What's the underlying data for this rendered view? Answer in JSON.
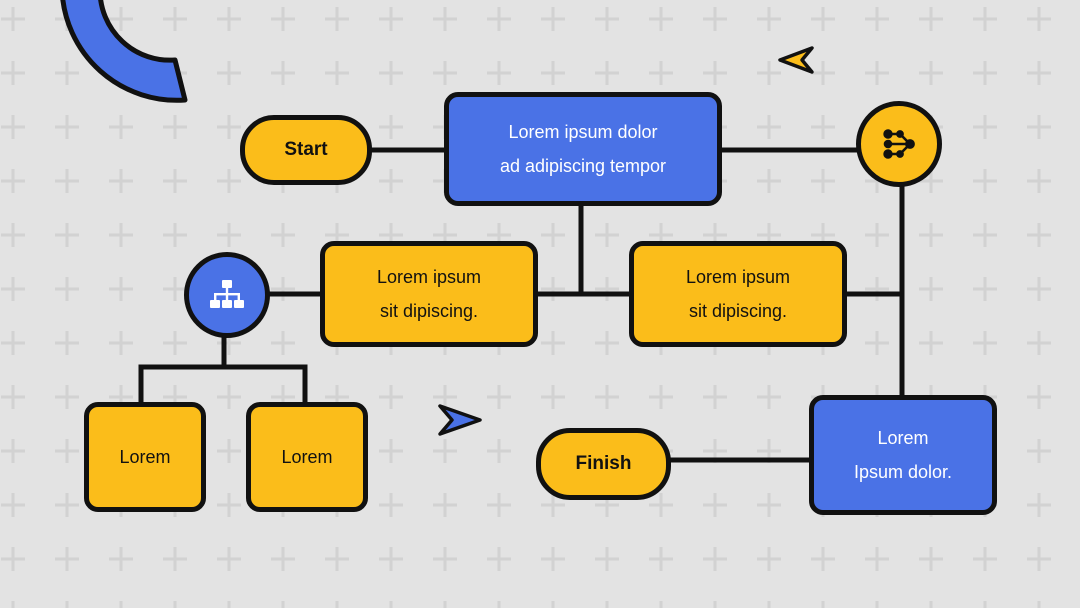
{
  "colors": {
    "background": "#e3e3e3",
    "blue": "#4a72e6",
    "yellow": "#fbbd1a",
    "outline": "#111111"
  },
  "nodes": {
    "start": "Start",
    "top_process": "Lorem ipsum dolor\nad adipiscing tempor",
    "mid_left": "Lorem ipsum\nsit dipiscing.",
    "mid_right": "Lorem ipsum\nsit dipiscing.",
    "leaf_left": "Lorem",
    "leaf_right": "Lorem",
    "bottom_right": "Lorem\nIpsum dolor.",
    "finish": "Finish"
  },
  "icons": {
    "hierarchy": "hierarchy-icon",
    "flow": "flow-network-icon"
  }
}
